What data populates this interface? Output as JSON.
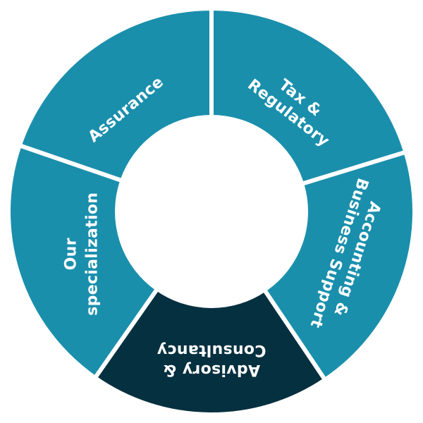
{
  "segments": [
    {
      "id": "assurance",
      "lines": [
        "Assurance"
      ],
      "color": "#1a8fac",
      "text_color": "#ffffff"
    },
    {
      "id": "tax-regulatory",
      "lines": [
        "Tax &",
        "Regulatory"
      ],
      "color": "#1a8fac",
      "text_color": "#ffffff"
    },
    {
      "id": "accounting-business-support",
      "lines": [
        "Accounting &",
        "Business Support"
      ],
      "color": "#1a8fac",
      "text_color": "#ffffff"
    },
    {
      "id": "advisory-consultancy",
      "lines": [
        "Advisory &",
        "Consultancy"
      ],
      "color": "#05303f",
      "text_color": "#ffffff"
    },
    {
      "id": "our-specialization",
      "lines": [
        "Our",
        "specialization"
      ],
      "color": "#1a8fac",
      "text_color": "#ffffff"
    }
  ],
  "center_color": "#ffffff"
}
